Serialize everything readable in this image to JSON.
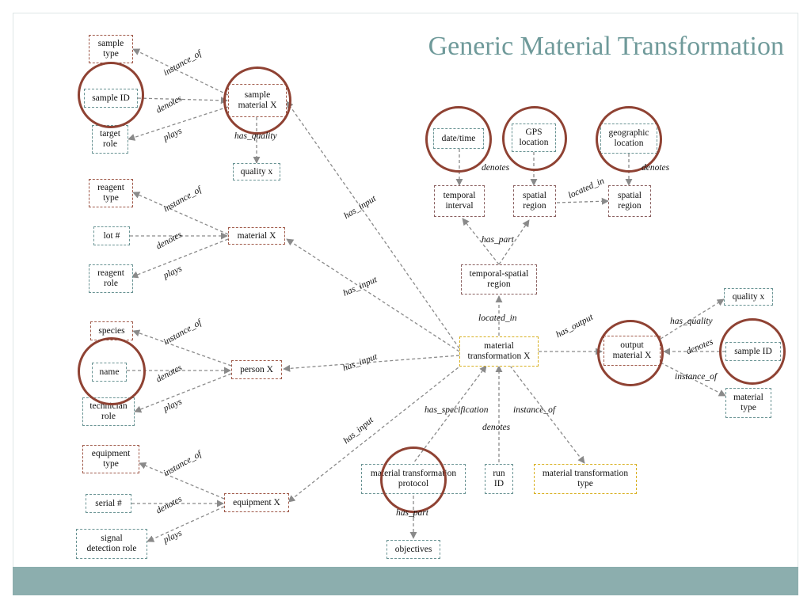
{
  "title": "Generic Material Transformation",
  "nodes": {
    "sample_type": "sample\ntype",
    "sample_id_left": "sample ID",
    "target_role": "target\nrole",
    "sample_material": "sample\nmaterial X",
    "quality_x_top": "quality x",
    "reagent_type": "reagent\ntype",
    "lot": "lot #",
    "reagent_role": "reagent\nrole",
    "material_x": "material X",
    "species": "species",
    "name": "name",
    "technician_role": "technician\nrole",
    "person_x": "person X",
    "equipment_type": "equipment\ntype",
    "serial": "serial #",
    "signal_role": "signal\ndetection role",
    "equipment_x": "equipment X",
    "date_time": "date/time",
    "gps_location": "GPS\nlocation",
    "geographic_location": "geographic\nlocation",
    "temporal_interval": "temporal\ninterval",
    "spatial_region_1": "spatial\nregion",
    "spatial_region_2": "spatial\nregion",
    "temporal_spatial": "temporal-spatial\nregion",
    "material_transformation": "material\ntransformation X",
    "output_material": "output\nmaterial X",
    "quality_x_right": "quality x",
    "sample_id_right": "sample ID",
    "material_type": "material\ntype",
    "protocol": "material transformation\nprotocol",
    "run_id": "run\nID",
    "mt_type": "material transformation\ntype",
    "objectives": "objectives"
  },
  "edge_labels": {
    "instance_of_1": "instance_of",
    "denotes_1": "denotes",
    "plays_1": "plays",
    "has_quality_1": "has_quality",
    "instance_of_2": "instance_of",
    "denotes_2": "denotes",
    "plays_2": "plays",
    "instance_of_3": "instance_of",
    "denotes_3": "denotes",
    "plays_3": "plays",
    "instance_of_4": "instance_of",
    "denotes_4": "denotes",
    "plays_4": "plays",
    "has_input_1": "has_input",
    "has_input_2": "has_input",
    "has_input_3": "has_input",
    "has_input_4": "has_input",
    "denotes_dt": "denotes",
    "located_in_top": "located_in",
    "denotes_geo": "denotes",
    "has_part_top": "has_part",
    "located_in_mid": "located_in",
    "has_output": "has_output",
    "has_quality_2": "has_quality",
    "denotes_right": "denotes",
    "instance_of_right": "instance_of",
    "has_specification": "has_specification",
    "denotes_run": "denotes",
    "instance_of_mt": "instance_of",
    "has_part_bottom": "has_part"
  },
  "colors": {
    "title": "#6f9a9a",
    "band": "#8caeae",
    "circle": "#8f4233",
    "edge": "#8a8a8a",
    "border_red": "#a05a4a",
    "border_blue": "#6a9494",
    "border_gold": "#d8b020"
  }
}
